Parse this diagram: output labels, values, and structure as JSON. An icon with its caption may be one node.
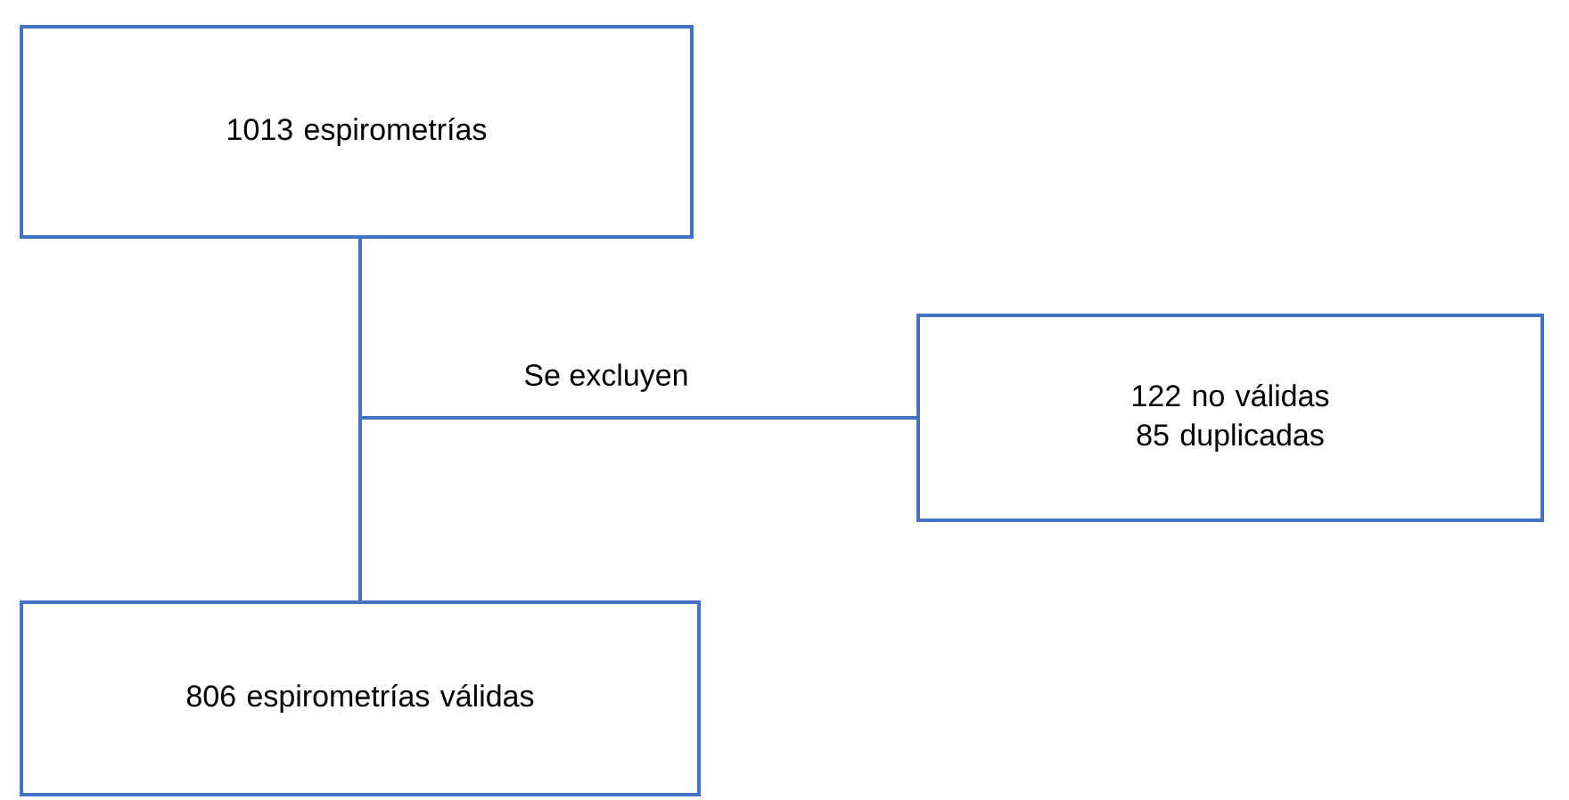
{
  "diagram": {
    "nodes": [
      {
        "text": [
          "1013 espirometrías"
        ]
      },
      {
        "text": [
          "122 no válidas 85 duplicadas"
        ]
      },
      {
        "text": [
          "806 espirometrías válidas"
        ]
      }
    ],
    "edges": [
      {
        "from": 0,
        "to": 2,
        "arrow": "none"
      },
      {
        "from": 0,
        "to": 1,
        "arrow": "none",
        "label": "Se excluyen"
      }
    ]
  }
}
